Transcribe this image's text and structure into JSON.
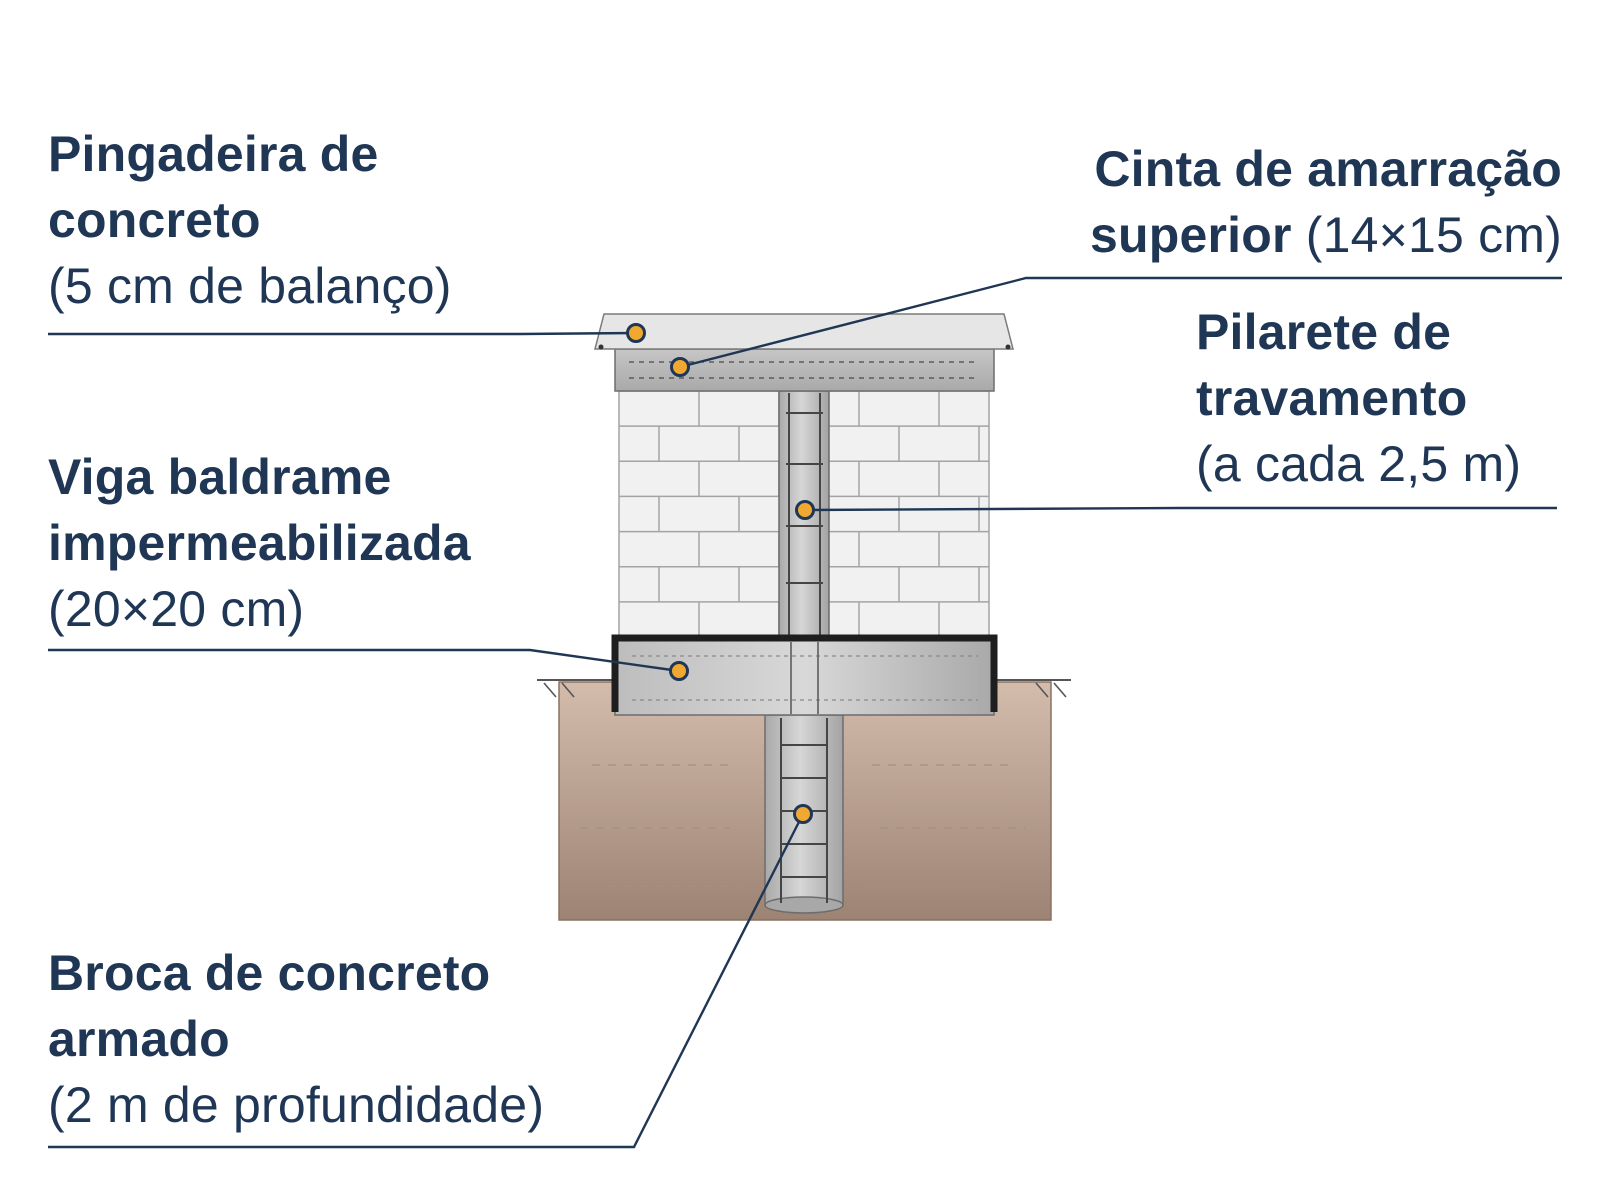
{
  "labels": {
    "pingadeira": {
      "title_line1": "Pingadeira de",
      "title_line2": "concreto",
      "detail": "(5 cm de balanço)"
    },
    "cinta": {
      "title_line1": "Cinta de amarração",
      "title_line2": "superior",
      "detail": "(14×15 cm)"
    },
    "pilarete": {
      "title_line1": "Pilarete de",
      "title_line2": "travamento",
      "detail": "(a cada 2,5 m)"
    },
    "viga": {
      "title_line1": "Viga baldrame",
      "title_line2": "impermeabilizada",
      "detail": "(20×20 cm)"
    },
    "broca": {
      "title_line1": "Broca de concreto",
      "title_line2": "armado",
      "detail": "(2 m de profundidade)"
    }
  },
  "colors": {
    "text": "#1f3655",
    "leader_line": "#1f3655",
    "marker_fill": "#f0a830",
    "soil_top": "#cdb2a1",
    "soil_bottom": "#9e8575",
    "concrete": "#c9c9c9",
    "brick": "#f1f1f1",
    "waterproofing": "#1e1e1e"
  }
}
